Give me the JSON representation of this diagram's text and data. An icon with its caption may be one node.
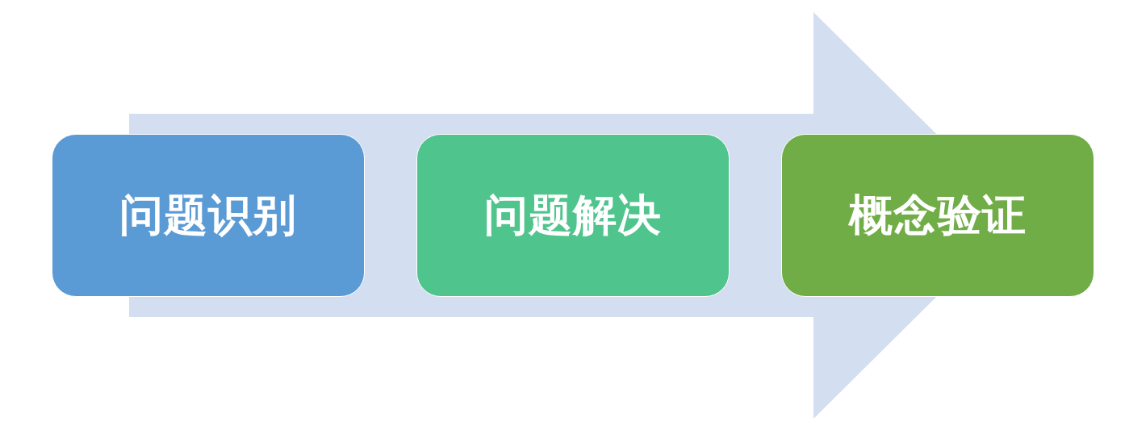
{
  "diagram": {
    "nodes": [
      {
        "text": [
          "问题识别"
        ]
      },
      {
        "text": [
          "问题解决"
        ]
      },
      {
        "text": [
          "概念验证"
        ]
      }
    ],
    "edges": [
      {
        "from": 0,
        "to": 2,
        "arrow": "to",
        "style": "thick"
      }
    ]
  }
}
